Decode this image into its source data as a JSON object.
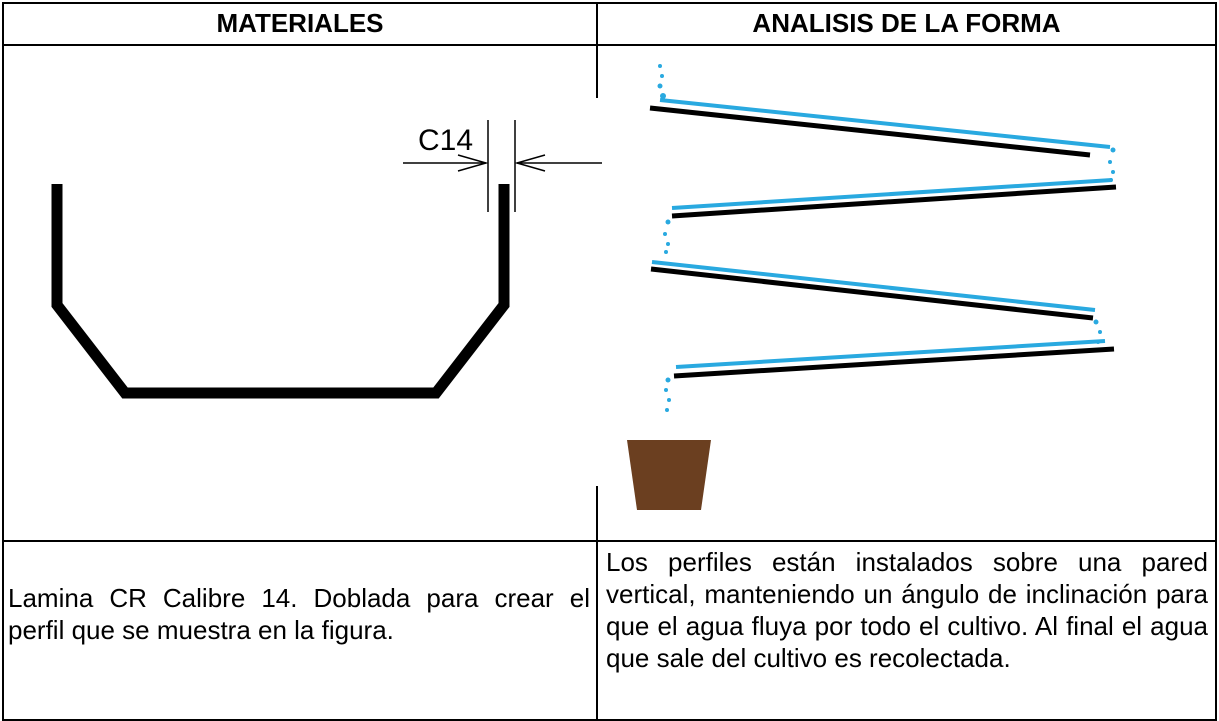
{
  "table": {
    "headers": {
      "materials": "MATERIALES",
      "form_analysis": "ANALISIS DE LA FORMA"
    },
    "materials_figure": {
      "dimension_label": "C14"
    },
    "materials_description": "Lamina CR Calibre 14. Doblada para crear el perfil que se muestra en la figura.",
    "form_description": "Los perfiles están instalados sobre una pared vertical, manteniendo un ángulo de inclinación para que el agua fluya por todo el cultivo. Al final el agua que sale del cultivo es recolectada."
  },
  "colors": {
    "profile": "#000000",
    "water": "#29a9e0",
    "pot": "#6b3f20"
  }
}
